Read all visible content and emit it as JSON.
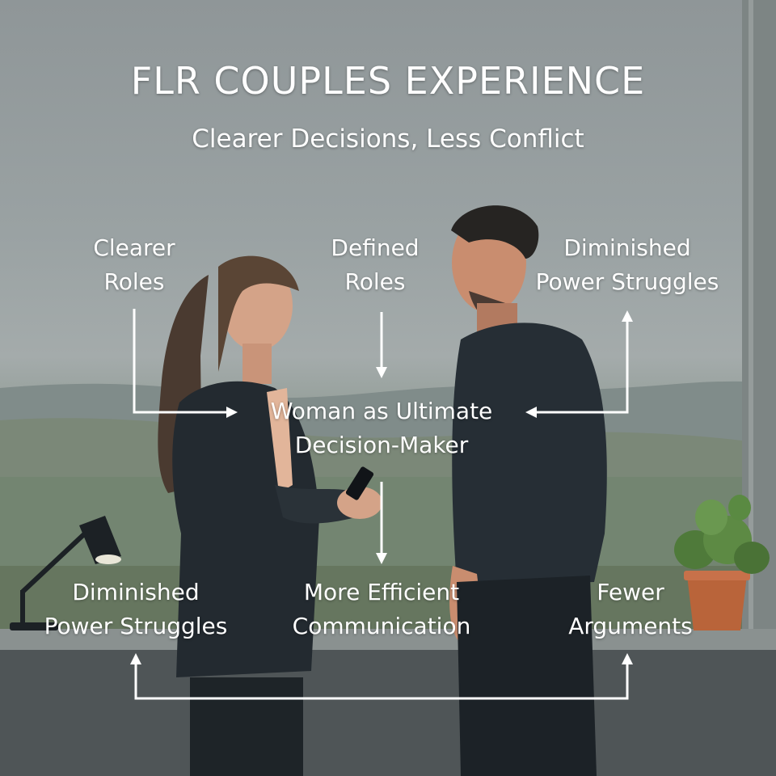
{
  "header": {
    "title": "FLR COUPLES EXPERIENCE",
    "subtitle": "Clearer Decisions, Less Conflict"
  },
  "diagram": {
    "top_left": "Clearer\nRoles",
    "top_center": "Defined\nRoles",
    "top_right": "Diminished\nPower Struggles",
    "center": "Woman as Ultimate\nDecision-Maker",
    "bottom_left": "Diminished\nPower Struggles",
    "bottom_center": "More Efficient\nCommunication",
    "bottom_right": "Fewer\nArguments"
  },
  "colors": {
    "text": "#ffffff",
    "sky": "#9aa2a3",
    "field": "#7f8f7c",
    "suit": "#232a30"
  },
  "icons": [
    "desk-lamp-icon",
    "potted-plant-icon",
    "smartphone-icon"
  ]
}
